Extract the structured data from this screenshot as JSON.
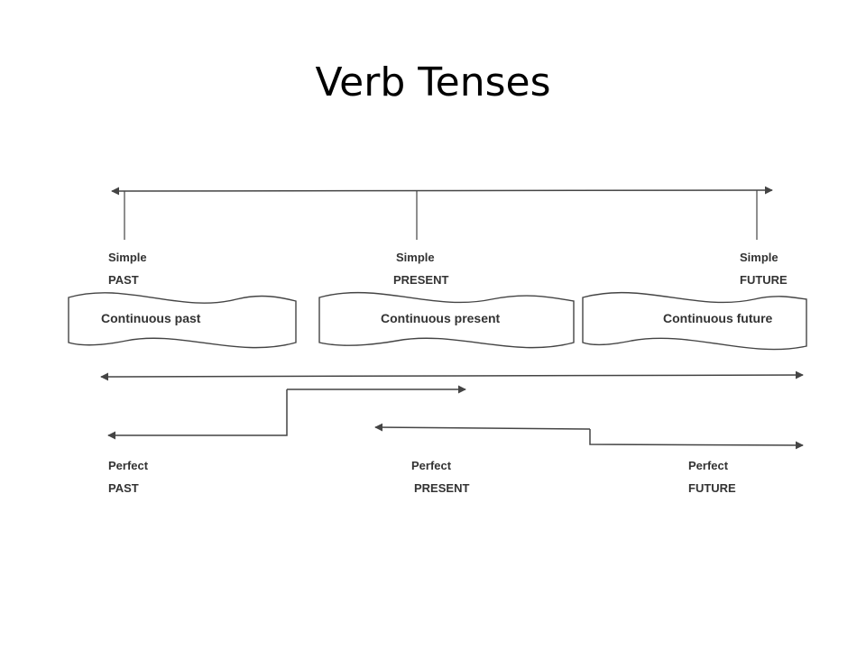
{
  "title": "Verb Tenses",
  "simple": {
    "past": {
      "line1": "Simple",
      "line2": "PAST"
    },
    "present": {
      "line1": "Simple",
      "line2": "PRESENT"
    },
    "future": {
      "line1": "Simple",
      "line2": "FUTURE"
    }
  },
  "continuous": {
    "past": "Continuous past",
    "present": "Continuous present",
    "future": "Continuous future"
  },
  "perfect": {
    "past": {
      "line1": "Perfect",
      "line2": "PAST"
    },
    "present": {
      "line1": "Perfect",
      "line2": "PRESENT"
    },
    "future": {
      "line1": "Perfect",
      "line2": "FUTURE"
    }
  },
  "colors": {
    "line": "#444444",
    "text": "#333333"
  }
}
